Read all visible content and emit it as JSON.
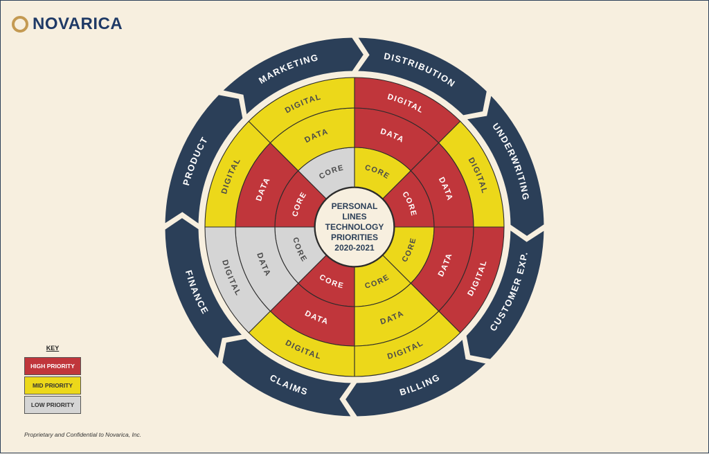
{
  "brand": {
    "name": "NOVARICA",
    "logo_icon": "novarica-ring-logo"
  },
  "colors": {
    "high": "#c0363b",
    "mid": "#ecd81a",
    "low": "#d5d5d5",
    "outer_band": "#2b3f58",
    "background": "#f7efdf"
  },
  "center": {
    "lines": [
      "PERSONAL",
      "LINES",
      "TECHNOLOGY",
      "PRIORITIES",
      "2020-2021"
    ]
  },
  "ring_labels": {
    "core": "CORE",
    "data": "DATA",
    "digital": "DIGITAL"
  },
  "segments": [
    {
      "name": "DISTRIBUTION",
      "core": "mid",
      "data": "high",
      "digital": "high"
    },
    {
      "name": "UNDERWRITING",
      "core": "high",
      "data": "high",
      "digital": "mid"
    },
    {
      "name": "CUSTOMER EXP.",
      "core": "mid",
      "data": "high",
      "digital": "high"
    },
    {
      "name": "BILLING",
      "core": "mid",
      "data": "mid",
      "digital": "mid"
    },
    {
      "name": "CLAIMS",
      "core": "high",
      "data": "high",
      "digital": "mid"
    },
    {
      "name": "FINANCE",
      "core": "low",
      "data": "low",
      "digital": "low"
    },
    {
      "name": "PRODUCT",
      "core": "high",
      "data": "high",
      "digital": "mid"
    },
    {
      "name": "MARKETING",
      "core": "low",
      "data": "mid",
      "digital": "mid"
    }
  ],
  "key": {
    "title": "KEY",
    "items": [
      {
        "level": "high",
        "label": "HIGH PRIORITY"
      },
      {
        "level": "mid",
        "label": "MID PRIORITY"
      },
      {
        "level": "low",
        "label": "LOW PRIORITY"
      }
    ]
  },
  "footer": "Proprietary and Confidential to Novarica, Inc."
}
